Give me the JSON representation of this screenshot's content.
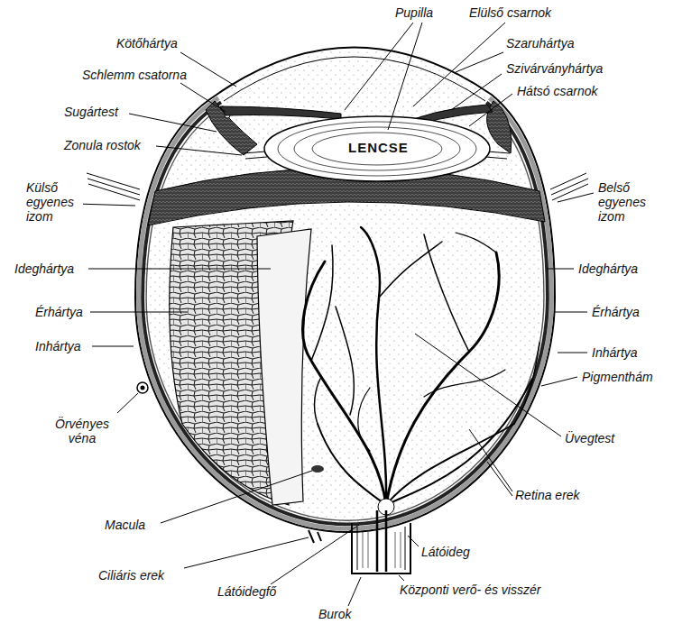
{
  "diagram": {
    "labels": [
      "Pupilla",
      "Elülső csarnok",
      "Kötőhártya",
      "Szaruhártya",
      "Szivárványhártya",
      "Schlemm csatorna",
      "Hátsó csarnok",
      "Sugártest",
      "Zonula rostok",
      "LENCSE",
      "Külső egyenes izom",
      "Belső egyenes izom",
      "Ideghártya",
      "Ideghártya",
      "Érhártya",
      "Érhártya",
      "Inhártya",
      "Inhártya",
      "Pigmenthám",
      "Örvényes véna",
      "Üvegtest",
      "Retina erek",
      "Macula",
      "Látóideg",
      "Ciliáris erek",
      "Központi verő- és visszér",
      "Látóidegfő",
      "Burok"
    ]
  }
}
